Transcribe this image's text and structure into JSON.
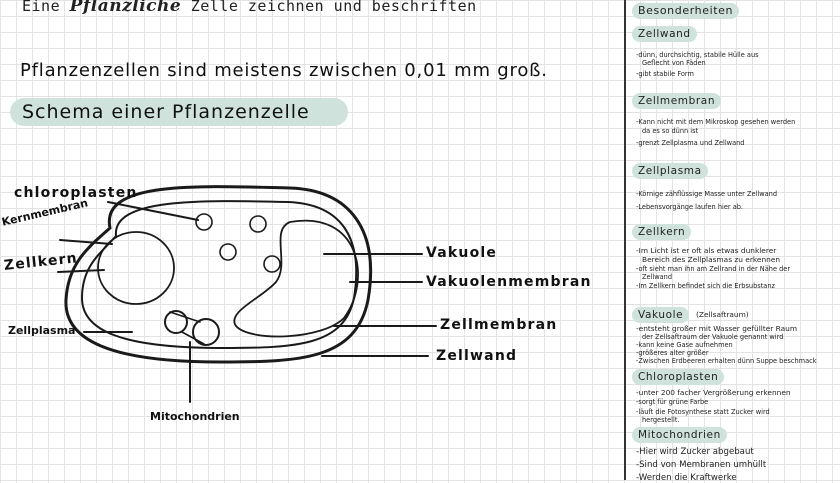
{
  "title_prefix": "Eine",
  "title_bold": "Pflanzliche",
  "title_suffix": "Zelle zeichnen und beschriften",
  "size_note": "Pflanzenzellen sind meistens zwischen 0,01 mm groß.",
  "schema_heading": "Schema einer Pflanzenzelle",
  "labels": {
    "chloroplasten": "chloroplasten",
    "kernmembran": "Kernmembran",
    "zellkern": "Zellkern",
    "zellplasma": "Zellplasma",
    "mitochondrien": "Mitochondrien",
    "vakuole": "Vakuole",
    "vakuolenmembran": "Vakuolenmembran",
    "zellmembran": "Zellmembran",
    "zellwand": "Zellwand"
  },
  "notes": {
    "header": "Besonderheiten",
    "zellwand": {
      "title": "Zellwand",
      "lines": [
        "-dünn, durchsichtig, stabile Hülle aus",
        "Geflecht von Fäden",
        "-gibt stabile Form"
      ]
    },
    "zellmembran": {
      "title": "Zellmembran",
      "lines": [
        "-Kann nicht mit dem Mikroskop gesehen werden",
        "da es so dünn ist",
        "-grenzt Zellplasma und Zellwand"
      ]
    },
    "zellplasma": {
      "title": "Zellplasma",
      "lines": [
        "-Körnige zähflüssige Masse unter Zellwand",
        "-Lebensvorgänge laufen hier ab."
      ]
    },
    "zellkern": {
      "title": "Zellkern",
      "lines": [
        "-Im Licht ist er oft als etwas dunklerer",
        "Bereich des Zellplasmas zu erkennen",
        "-oft sieht man ihn am Zellrand in der Nähe der",
        "Zellwand",
        "-Im Zellkern befindet sich die Erbsubstanz"
      ]
    },
    "vakuole": {
      "title": "Vakuole",
      "subtitle": "(Zellsaftraum)",
      "lines": [
        "-entsteht großer mit Wasser gefüllter Raum",
        "der Zellsaftraum der Vakuole genannt wird",
        "-kann keine Gase aufnehmen",
        "-größeres alter größer",
        "-Zwischen Erdbeeren erhalten dünn Suppe beschmack"
      ]
    },
    "chloroplasten": {
      "title": "Chloroplasten",
      "lines": [
        "-unter 200 facher Vergrößerung erkennen",
        "-sorgt für grüne Farbe",
        "-läuft die Fotosynthese statt Zucker wird",
        "hergestellt."
      ]
    },
    "mitochondrien": {
      "title": "Mitochondrien",
      "lines": [
        "-Hier wird Zucker abgebaut",
        "-Sind von Membranen umhüllt",
        "-Werden die Kraftwerke"
      ]
    }
  }
}
